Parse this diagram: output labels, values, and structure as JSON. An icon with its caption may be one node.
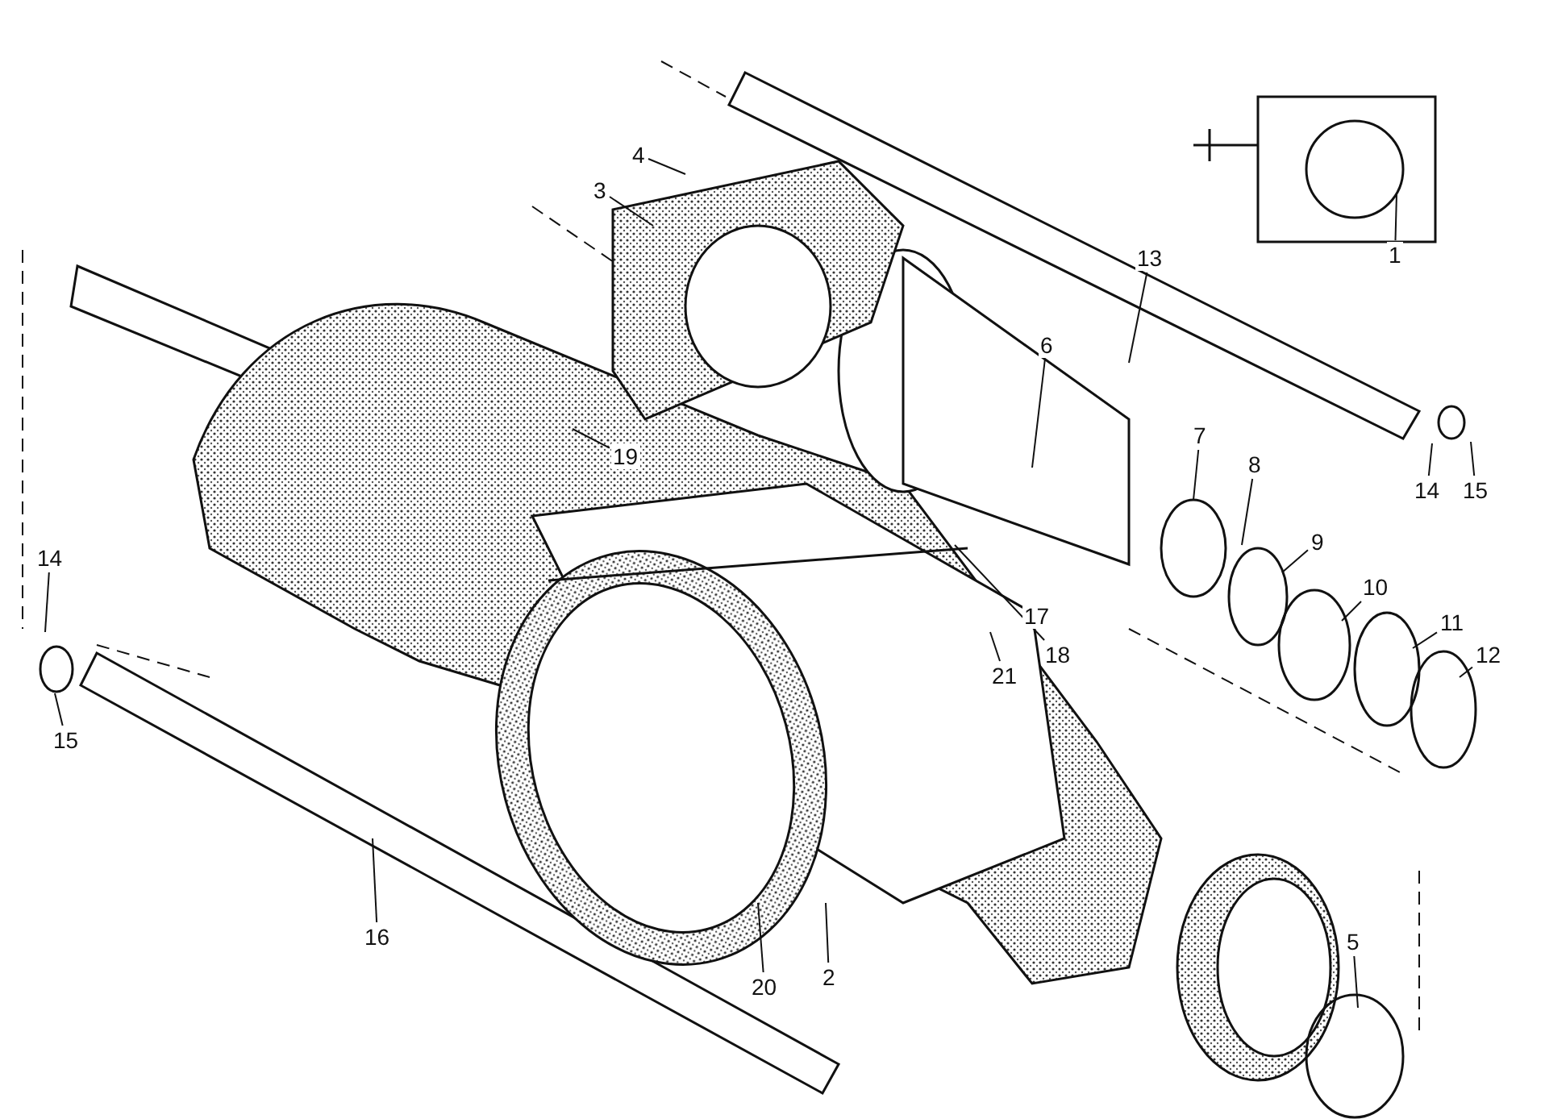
{
  "diagram": {
    "nodes": [
      {
        "text": [
          "1"
        ]
      },
      {
        "text": [
          "2"
        ]
      },
      {
        "text": [
          "3"
        ]
      },
      {
        "text": [
          "4"
        ]
      },
      {
        "text": [
          "5"
        ]
      },
      {
        "text": [
          "6"
        ]
      },
      {
        "text": [
          "7"
        ]
      },
      {
        "text": [
          "8"
        ]
      },
      {
        "text": [
          "9"
        ]
      },
      {
        "text": [
          "10"
        ]
      },
      {
        "text": [
          "11"
        ]
      },
      {
        "text": [
          "12"
        ]
      },
      {
        "text": [
          "13"
        ]
      },
      {
        "text": [
          "14"
        ]
      },
      {
        "text": [
          "15"
        ]
      },
      {
        "text": [
          "14"
        ]
      },
      {
        "text": [
          "15"
        ]
      },
      {
        "text": [
          "16"
        ]
      },
      {
        "text": [
          "17"
        ]
      },
      {
        "text": [
          "18"
        ]
      },
      {
        "text": [
          "19"
        ]
      },
      {
        "text": [
          "20"
        ]
      },
      {
        "text": [
          "21"
        ]
      }
    ],
    "edges": [
      {
        "from": 0,
        "to": null,
        "arrow": "none"
      },
      {
        "from": 1,
        "to": null,
        "arrow": "none"
      },
      {
        "from": 2,
        "to": null,
        "arrow": "none"
      },
      {
        "from": 3,
        "to": null,
        "arrow": "none"
      },
      {
        "from": 4,
        "to": null,
        "arrow": "none"
      },
      {
        "from": 5,
        "to": null,
        "arrow": "none"
      },
      {
        "from": 6,
        "to": null,
        "arrow": "none"
      },
      {
        "from": 7,
        "to": null,
        "arrow": "none"
      },
      {
        "from": 8,
        "to": null,
        "arrow": "none"
      },
      {
        "from": 9,
        "to": null,
        "arrow": "none"
      },
      {
        "from": 10,
        "to": null,
        "arrow": "none"
      },
      {
        "from": 11,
        "to": null,
        "arrow": "none"
      },
      {
        "from": 12,
        "to": null,
        "arrow": "none"
      },
      {
        "from": 13,
        "to": null,
        "arrow": "none"
      },
      {
        "from": 14,
        "to": null,
        "arrow": "none"
      },
      {
        "from": 15,
        "to": null,
        "arrow": "none"
      },
      {
        "from": 16,
        "to": null,
        "arrow": "none"
      },
      {
        "from": 17,
        "to": null,
        "arrow": "none"
      },
      {
        "from": 18,
        "to": null,
        "arrow": "none"
      },
      {
        "from": 19,
        "to": null,
        "arrow": "none"
      },
      {
        "from": 20,
        "to": null,
        "arrow": "none"
      },
      {
        "from": 21,
        "to": null,
        "arrow": "none"
      },
      {
        "from": 22,
        "to": null,
        "arrow": "none"
      }
    ]
  }
}
